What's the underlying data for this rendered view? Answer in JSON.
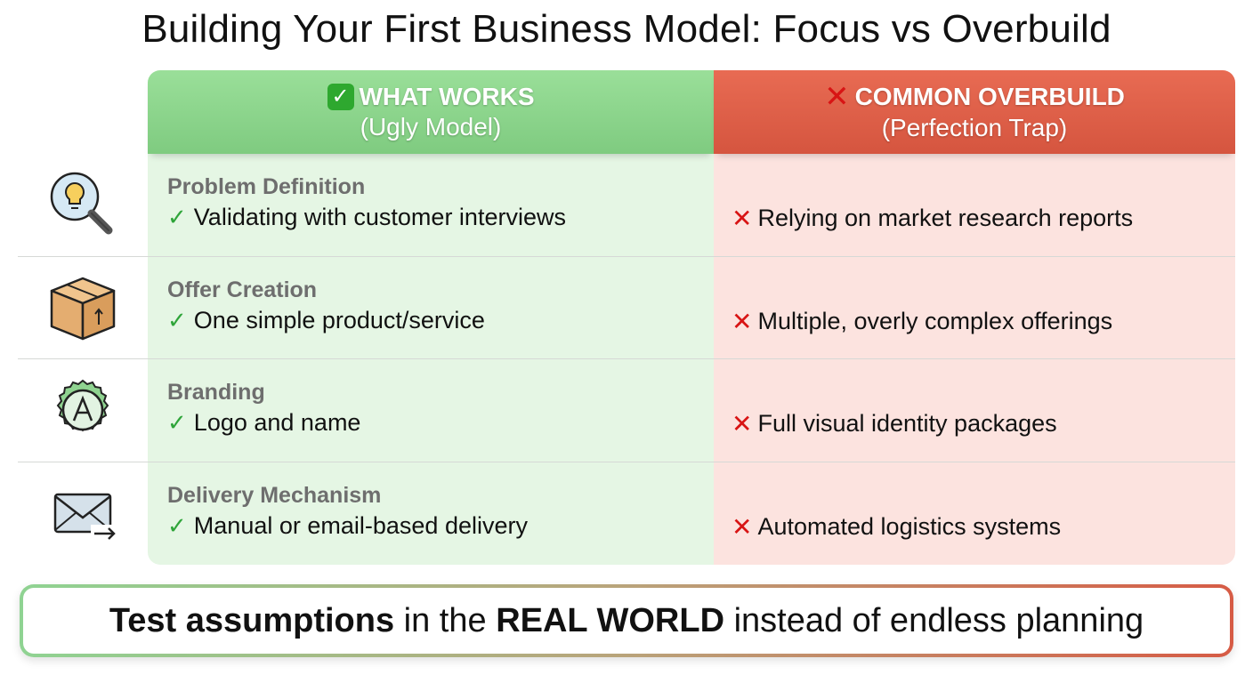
{
  "title": "Building Your First Business Model: Focus vs Overbuild",
  "columns": {
    "good": {
      "icon": "check-box-icon",
      "icon_glyph": "✓",
      "heading": "WHAT WORKS",
      "subheading": "(Ugly Model)",
      "color": "#8fd592",
      "bg": "#e5f6e4"
    },
    "bad": {
      "icon": "x-mark-icon",
      "icon_glyph": "✕",
      "heading": "COMMON OVERBUILD",
      "subheading": "(Perfection Trap)",
      "color": "#df5e48",
      "bg": "#fce3df"
    }
  },
  "rows": [
    {
      "icon": "lightbulb-magnifier-icon",
      "label": "Problem Definition",
      "good": "Validating with customer interviews",
      "bad": "Relying on market research reports"
    },
    {
      "icon": "package-box-icon",
      "label": "Offer Creation",
      "good": "One simple product/service",
      "bad": "Multiple, overly complex offerings"
    },
    {
      "icon": "brand-badge-icon",
      "label": "Branding",
      "good": "Logo and name",
      "bad": "Full visual identity packages"
    },
    {
      "icon": "email-send-icon",
      "label": "Delivery Mechanism",
      "good": "Manual or email-based delivery",
      "bad": "Automated logistics systems"
    }
  ],
  "marks": {
    "check": "✓",
    "cross": "✕"
  },
  "banner": {
    "part1_bold": "Test assumptions",
    "part2": " in the ",
    "part3_bold": "REAL WORLD",
    "part4": " instead of endless planning"
  }
}
